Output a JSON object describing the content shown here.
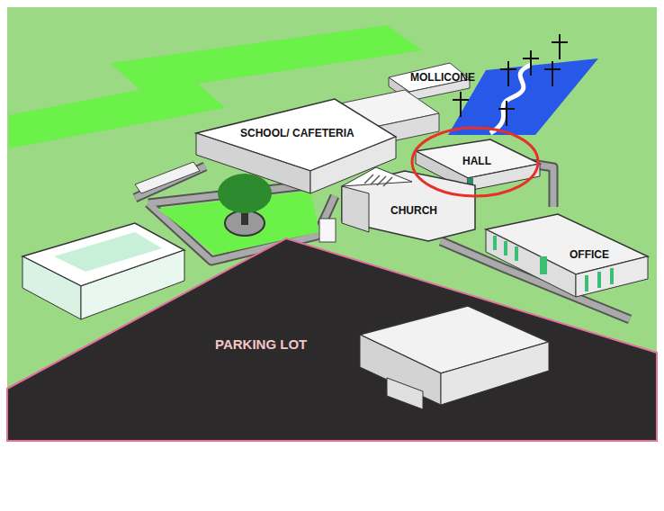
{
  "diagram": {
    "nodes": [
      {
        "text": [
          "MOLLICONE"
        ]
      },
      {
        "text": [
          "SCHOOL/ CAFETERIA"
        ]
      },
      {
        "text": [
          "HALL"
        ]
      },
      {
        "text": [
          "CHURCH"
        ]
      },
      {
        "text": [
          "OFFICE"
        ]
      },
      {
        "text": [
          "PARKING LOT"
        ]
      }
    ]
  }
}
